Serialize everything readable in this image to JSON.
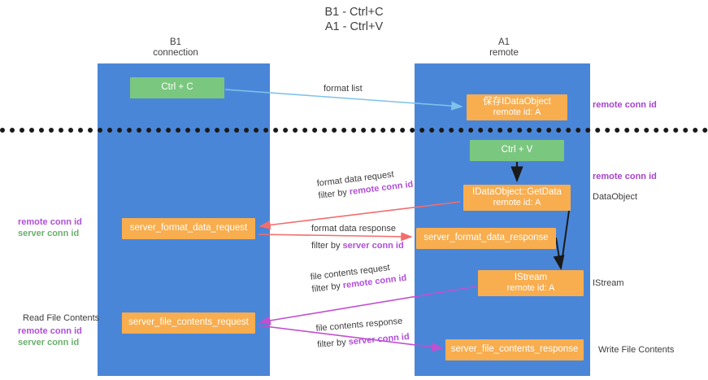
{
  "title": {
    "line1": "B1 - Ctrl+C",
    "line2": "A1 - Ctrl+V"
  },
  "columns": [
    {
      "name": "B1",
      "sub": "connection"
    },
    {
      "name": "A1",
      "sub": "remote"
    }
  ],
  "nodes": {
    "ctrl_c": {
      "label": "Ctrl + C",
      "color": "#7ac77f"
    },
    "save_idataobject": {
      "line1": "保存IDataObject",
      "line2": "remote id: A",
      "color": "#f8ad4f"
    },
    "ctrl_v": {
      "label": "Ctrl + V",
      "color": "#7ac77f"
    },
    "getdata": {
      "line1": "IDataObject::GetData",
      "line2": "remote id: A",
      "color": "#f8ad4f"
    },
    "server_format_data_request": {
      "label": "server_format_data_request",
      "color": "#f8ad4f"
    },
    "server_format_data_response": {
      "label": "server_format_data_response",
      "color": "#f8ad4f"
    },
    "istream": {
      "line1": "IStream",
      "line2": "remote id: A",
      "color": "#f8ad4f"
    },
    "server_file_contents_request": {
      "label": "server_file_contents_request",
      "color": "#f8ad4f"
    },
    "server_file_contents_response": {
      "label": "server_file_contents_response",
      "color": "#f8ad4f"
    }
  },
  "annotations": {
    "format_list": "format list",
    "remote_conn_id_top": "remote conn id",
    "remote_conn_id_mid": "remote conn id",
    "dataobject": "DataObject",
    "istream_label": "IStream",
    "write_file_contents": "Write File Contents",
    "read_file_contents": "Read File Contents",
    "remote_conn_id_left": "remote conn id",
    "server_conn_id_left": "server conn id",
    "remote_conn_id_left2": "remote conn id",
    "server_conn_id_left2": "server conn id",
    "format_data_request": "format data request",
    "filter_by": "filter by ",
    "filter_remote": "remote conn id",
    "filter_server": "server conn id",
    "format_data_response": "format data response",
    "file_contents_request": "file contents request",
    "file_contents_response": "file contents response"
  },
  "colors": {
    "lane": "#4a86d8",
    "green_node": "#7ac77f",
    "orange_node": "#f8ad4f",
    "purple": "#b04fd8",
    "green_text": "#6aaf6e",
    "arrow_blue": "#7ec2ea",
    "arrow_red": "#f26d6d",
    "arrow_magenta": "#c24fd0",
    "arrow_black": "#1a1a1a",
    "divider": "#1a1a1a"
  }
}
